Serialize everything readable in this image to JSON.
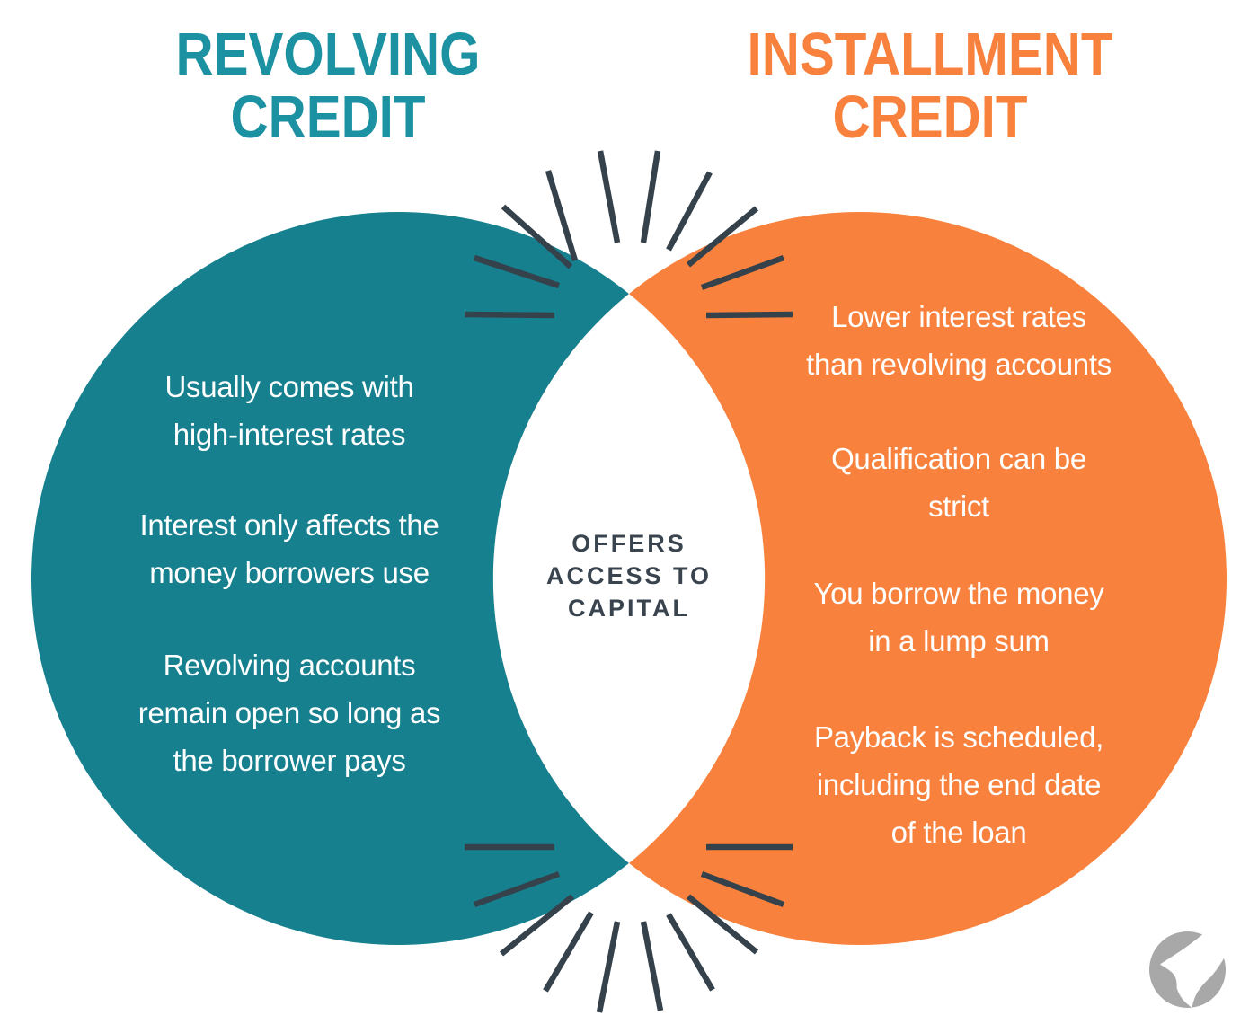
{
  "left": {
    "title_lines": [
      "REVOLVING",
      "CREDIT"
    ],
    "items": [
      [
        "Usually comes with",
        "high-interest rates"
      ],
      [
        "Interest only affects the",
        "money borrowers use"
      ],
      [
        "Revolving accounts",
        "remain open so long as",
        "the borrower pays"
      ]
    ]
  },
  "right": {
    "title_lines": [
      "INSTALLMENT",
      "CREDIT"
    ],
    "items": [
      [
        "Lower interest rates",
        "than revolving accounts"
      ],
      [
        "Qualification can be",
        "strict"
      ],
      [
        "You borrow the money",
        "in a lump sum"
      ],
      [
        "Payback is scheduled,",
        "including the end date",
        "of the loan"
      ]
    ]
  },
  "center": {
    "label_lines": [
      "OFFERS",
      "ACCESS TO",
      "CAPITAL"
    ]
  },
  "logo": {
    "icon": "swoosh-circle-logo-icon"
  },
  "colors": {
    "teal_circle": "#16808F",
    "teal_title": "#1B91A1",
    "orange_circle": "#F8823D",
    "orange_title": "#F8823D",
    "slate_lines": "#35414B",
    "center_text": "#39444E",
    "body_text": "#FFFFFF",
    "logo_gray": "#A8A8A8",
    "background": "#FFFFFF"
  }
}
